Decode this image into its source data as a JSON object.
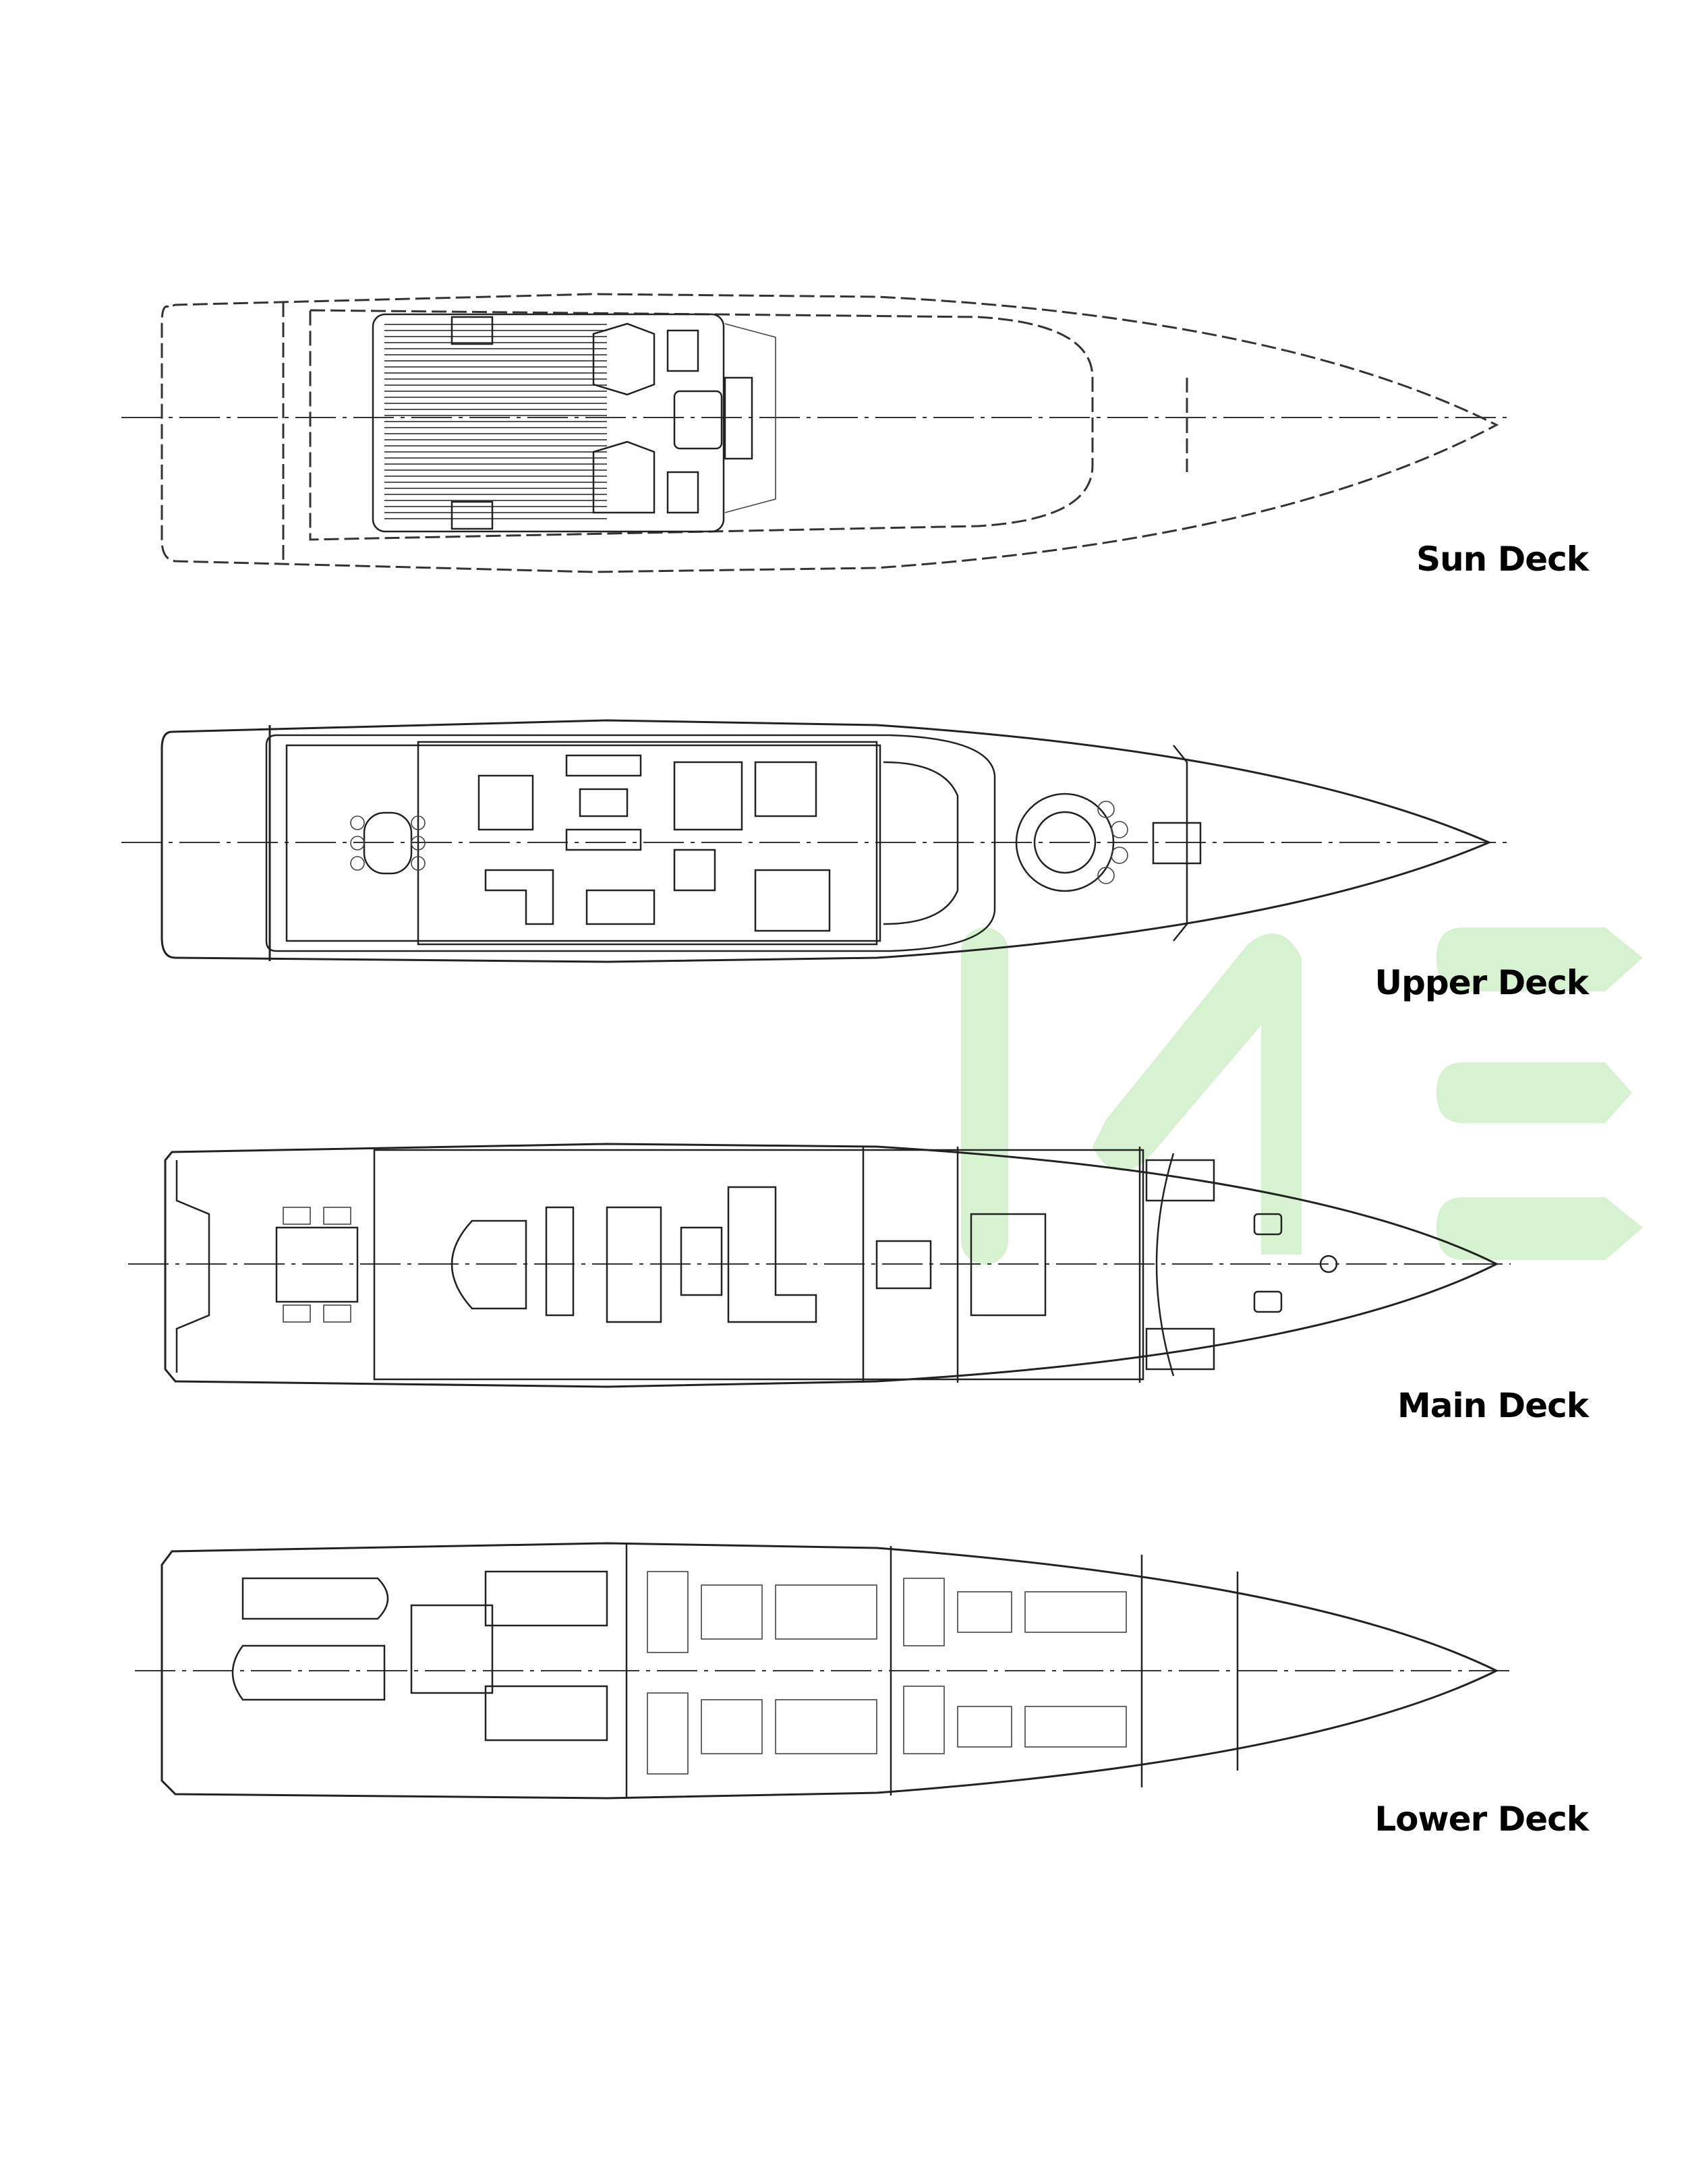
{
  "decks": [
    {
      "name": "Sun Deck"
    },
    {
      "name": "Upper Deck"
    },
    {
      "name": "Main Deck"
    },
    {
      "name": "Lower Deck"
    }
  ],
  "watermark": {
    "text": "ME",
    "color": "#c9eec0"
  }
}
